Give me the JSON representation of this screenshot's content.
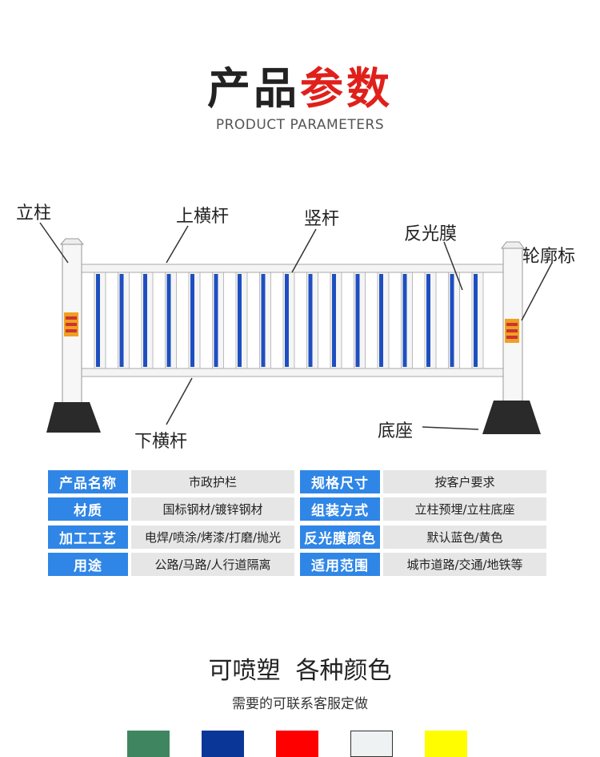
{
  "header": {
    "title_part1": "产品",
    "title_part2": "参数",
    "subtitle": "PRODUCT PARAMETERS"
  },
  "diagram": {
    "labels": {
      "post": "立柱",
      "top_rail": "上横杆",
      "picket": "竖杆",
      "reflective_film": "反光膜",
      "delineator": "轮廓标",
      "bottom_rail": "下横杆",
      "base": "底座"
    }
  },
  "table": {
    "rows": [
      {
        "k1": "产品名称",
        "v1": "市政护栏",
        "k2": "规格尺寸",
        "v2": "按客户要求"
      },
      {
        "k1": "材质",
        "v1": "国标钢材/镀锌钢材",
        "k2": "组装方式",
        "v2": "立柱预埋/立柱底座"
      },
      {
        "k1": "加工工艺",
        "v1": "电焊/喷涂/烤漆/打磨/抛光",
        "k2": "反光膜颜色",
        "v2": "默认蓝色/黄色"
      },
      {
        "k1": "用途",
        "v1": "公路/马路/人行道隔离",
        "k2": "适用范围",
        "v2": "城市道路/交通/地铁等"
      }
    ]
  },
  "colors_section": {
    "title": "可喷塑  各种颜色",
    "subtitle": "需要的可联系客服定做",
    "swatches": [
      "#3f8660",
      "#0a3697",
      "#fe0000",
      "#eef2f2",
      "#fffd00"
    ]
  }
}
